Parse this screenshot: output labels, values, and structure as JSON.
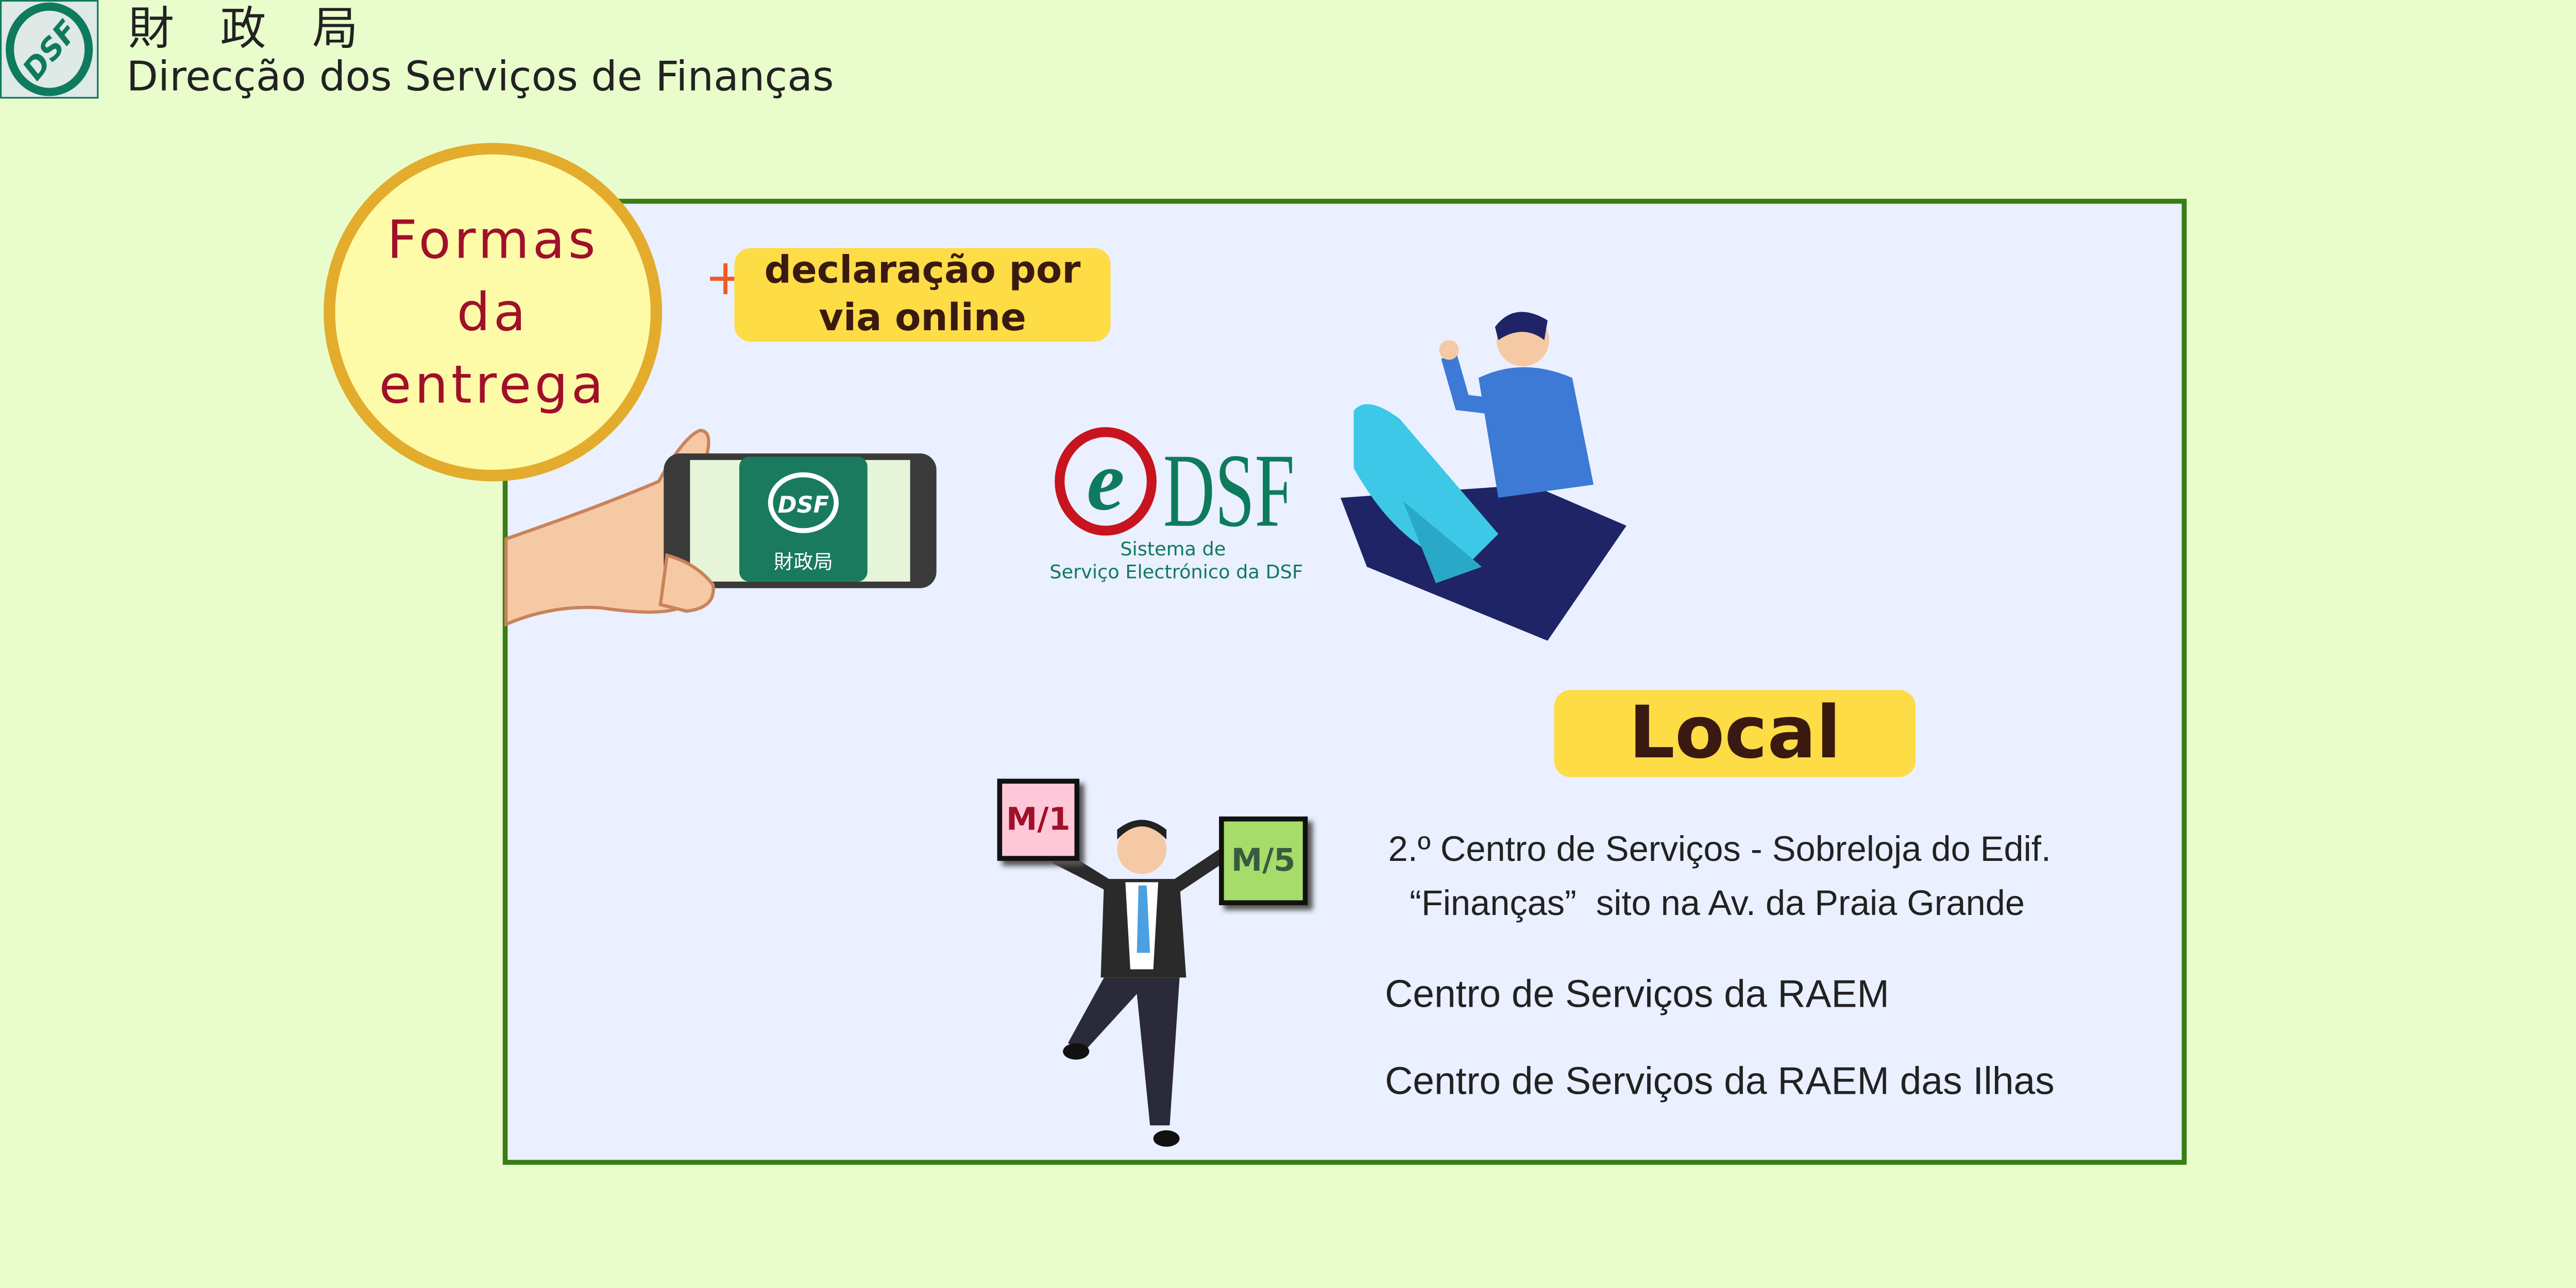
{
  "header": {
    "logo_text": "DSF",
    "title_cn": "財政局",
    "title_pt": "Direcção dos Serviços de Finanças"
  },
  "circle": {
    "line1": "Formas",
    "line2": "da",
    "line3": "entrega"
  },
  "online": {
    "plus": "+",
    "line1": "declaração por",
    "line2": "via online"
  },
  "phone": {
    "app_label": "財政局",
    "app_logo": "DSF"
  },
  "edsf": {
    "brand": "DSF",
    "e": "e",
    "sub1": "Sistema de",
    "sub2": "Serviço Electrónico da DSF"
  },
  "local": {
    "label": "Local",
    "forms": [
      "M/1",
      "M/5"
    ],
    "addresses": [
      "2.º Centro de Serviços - Sobreloja do Edif.",
      "“Finanças”  sito na Av. da Praia Grande",
      "Centro de Serviços da RAEM",
      "Centro de Serviços da RAEM das Ilhas"
    ]
  },
  "colors": {
    "background": "#e9fdcc",
    "panel": "#eaf0ff",
    "panel_border": "#3b7d15",
    "accent_yellow": "#fddc46",
    "title_red": "#a0102a",
    "dsf_green": "#0e7a5e"
  }
}
